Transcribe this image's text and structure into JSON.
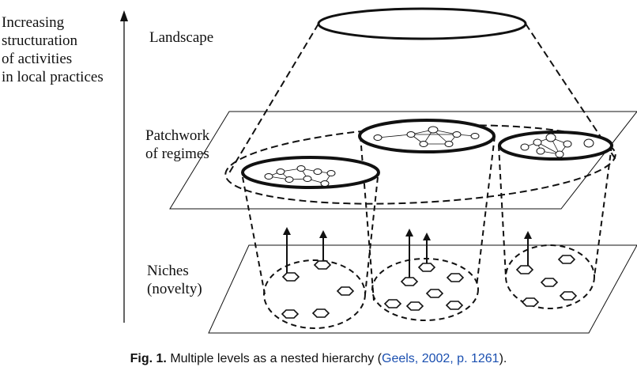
{
  "axis_label": [
    "Increasing",
    "structuration",
    "of activities",
    "in local practices"
  ],
  "levels": {
    "landscape": "Landscape",
    "regimes": [
      "Patchwork",
      "of regimes"
    ],
    "niches": [
      "Niches",
      "(novelty)"
    ]
  },
  "caption": {
    "fig": "Fig. 1.",
    "text": " Multiple levels as a nested hierarchy (",
    "ref": "Geels, 2002, p. 1261",
    "end": ")."
  }
}
